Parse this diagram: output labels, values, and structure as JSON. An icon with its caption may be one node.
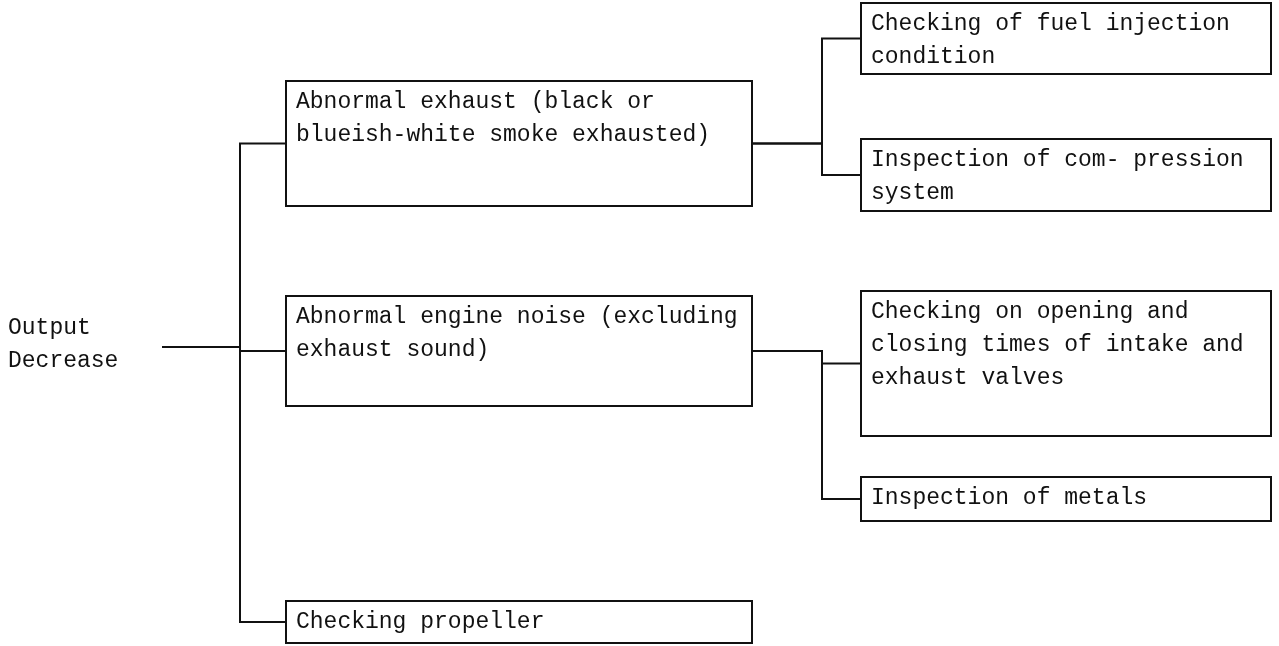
{
  "diagram": {
    "nodes": [
      {
        "text": [
          "Output Decrease"
        ]
      },
      {
        "text": [
          "Abnormal exhaust (black or blueish-white smoke exhausted)"
        ]
      },
      {
        "text": [
          "Abnormal engine noise (excluding exhaust sound)"
        ]
      },
      {
        "text": [
          "Checking propeller"
        ]
      },
      {
        "text": [
          "Checking of fuel injection condition"
        ]
      },
      {
        "text": [
          "Inspection of com- pression system"
        ]
      },
      {
        "text": [
          "Checking on opening and closing times of intake and exhaust valves"
        ]
      },
      {
        "text": [
          "Inspection of metals"
        ]
      }
    ],
    "edges": [
      {
        "from": 0,
        "to": 1,
        "arrow": "none"
      },
      {
        "from": 0,
        "to": 2,
        "arrow": "none"
      },
      {
        "from": 0,
        "to": 3,
        "arrow": "none"
      },
      {
        "from": 1,
        "to": 4,
        "arrow": "none"
      },
      {
        "from": 1,
        "to": 5,
        "arrow": "none"
      },
      {
        "from": 2,
        "to": 6,
        "arrow": "none"
      },
      {
        "from": 2,
        "to": 7,
        "arrow": "none"
      }
    ]
  }
}
